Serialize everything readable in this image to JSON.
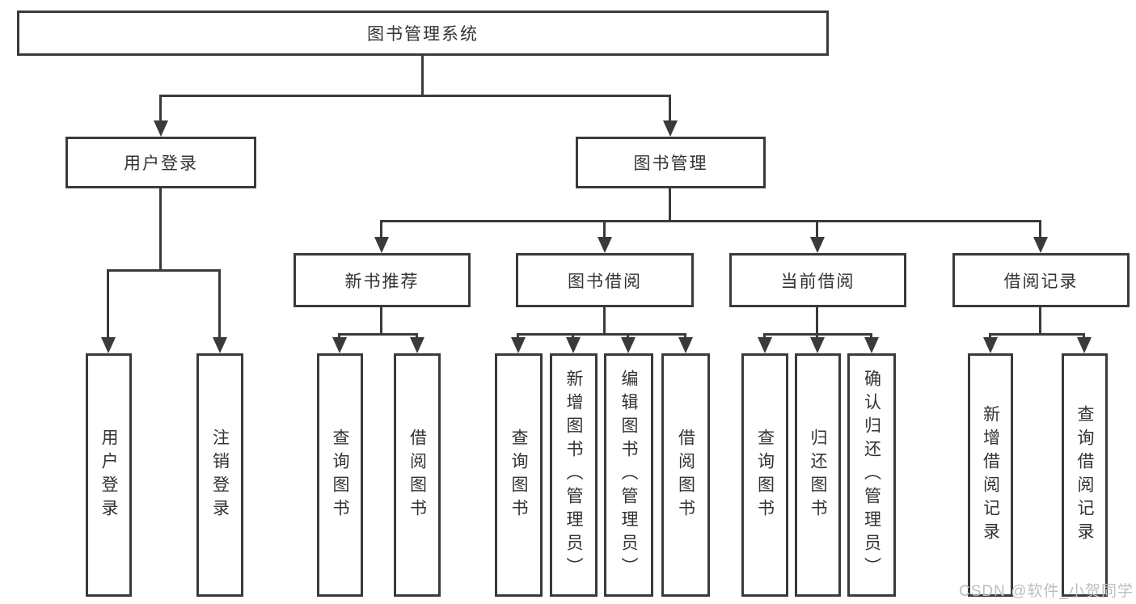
{
  "tree": {
    "root": "图书管理系统",
    "level1": [
      {
        "label": "用户登录",
        "leaves": [
          "用户登录",
          "注销登录"
        ]
      },
      {
        "label": "图书管理",
        "groups": [
          {
            "label": "新书推荐",
            "leaves": [
              "查询图书",
              "借阅图书"
            ]
          },
          {
            "label": "图书借阅",
            "leaves": [
              "查询图书",
              "新增图书（管理员）",
              "编辑图书（管理员）",
              "借阅图书"
            ]
          },
          {
            "label": "当前借阅",
            "leaves": [
              "查询图书",
              "归还图书",
              "确认归还（管理员）"
            ]
          },
          {
            "label": "借阅记录",
            "leaves": [
              "新增借阅记录",
              "查询借阅记录"
            ]
          }
        ]
      }
    ]
  },
  "watermark": {
    "text": "CSDN @软件_小贺同学"
  },
  "colors": {
    "stroke": "#3a3a3a",
    "text": "#333333",
    "background": "#ffffff",
    "watermark": "#bdbdbd"
  }
}
